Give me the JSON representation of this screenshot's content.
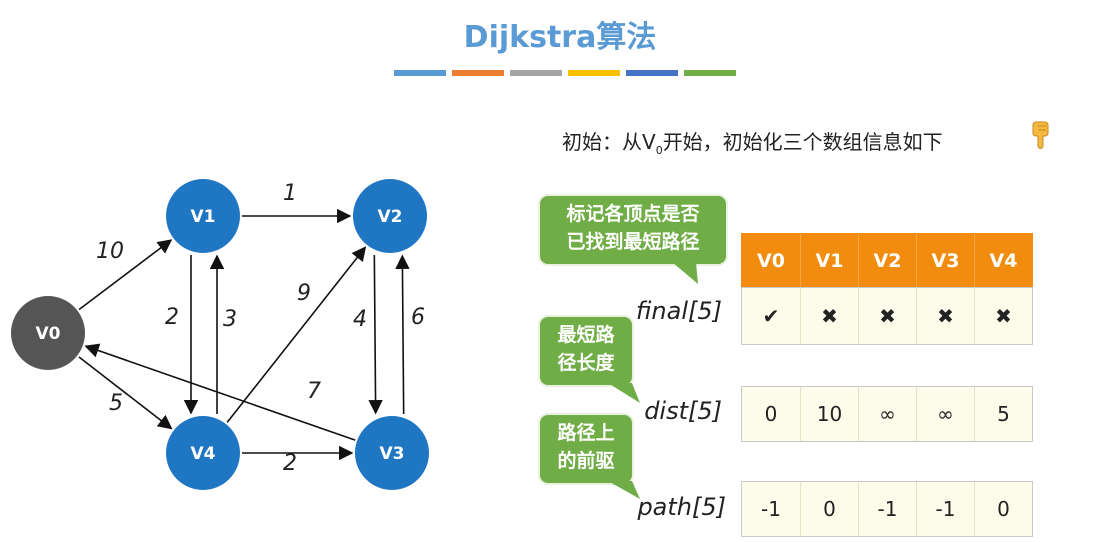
{
  "title": "Dijkstra算法",
  "title_bar_colors": [
    "#5b9bd5",
    "#ed7d31",
    "#a5a5a5",
    "#ffc000",
    "#4472c4",
    "#70ad47"
  ],
  "intro": {
    "before": "初始：从V",
    "sub": "0",
    "after": "开始，初始化三个数组信息如下",
    "icon": "pointing-down-hand-icon"
  },
  "graph": {
    "nodes": [
      {
        "id": "V0",
        "label": "V0",
        "color": "#555555"
      },
      {
        "id": "V1",
        "label": "V1",
        "color": "#1f77c4"
      },
      {
        "id": "V2",
        "label": "V2",
        "color": "#1f77c4"
      },
      {
        "id": "V3",
        "label": "V3",
        "color": "#1f77c4"
      },
      {
        "id": "V4",
        "label": "V4",
        "color": "#1f77c4"
      }
    ],
    "edges": [
      {
        "from": "V0",
        "to": "V1",
        "weight": "10"
      },
      {
        "from": "V0",
        "to": "V4",
        "weight": "5"
      },
      {
        "from": "V1",
        "to": "V2",
        "weight": "1"
      },
      {
        "from": "V1",
        "to": "V4",
        "weight": "2"
      },
      {
        "from": "V4",
        "to": "V1",
        "weight": "3"
      },
      {
        "from": "V4",
        "to": "V2",
        "weight": "9"
      },
      {
        "from": "V2",
        "to": "V3",
        "weight": "4"
      },
      {
        "from": "V3",
        "to": "V2",
        "weight": "6"
      },
      {
        "from": "V3",
        "to": "V0",
        "weight": "7"
      },
      {
        "from": "V4",
        "to": "V3",
        "weight": "2"
      }
    ]
  },
  "bubbles": {
    "final": [
      "标记各顶点是否",
      "已找到最短路径"
    ],
    "dist": [
      "最短路",
      "径长度"
    ],
    "path": [
      "路径上",
      "的前驱"
    ]
  },
  "table": {
    "headers": [
      "V0",
      "V1",
      "V2",
      "V3",
      "V4"
    ],
    "header_color": "#f28c0f",
    "rows": {
      "final": {
        "label": "final[5]",
        "values": [
          "✔",
          "✖",
          "✖",
          "✖",
          "✖"
        ]
      },
      "dist": {
        "label": "dist[5]",
        "values": [
          "0",
          "10",
          "∞",
          "∞",
          "5"
        ]
      },
      "path": {
        "label": "path[5]",
        "values": [
          "-1",
          "0",
          "-1",
          "-1",
          "0"
        ]
      }
    }
  }
}
